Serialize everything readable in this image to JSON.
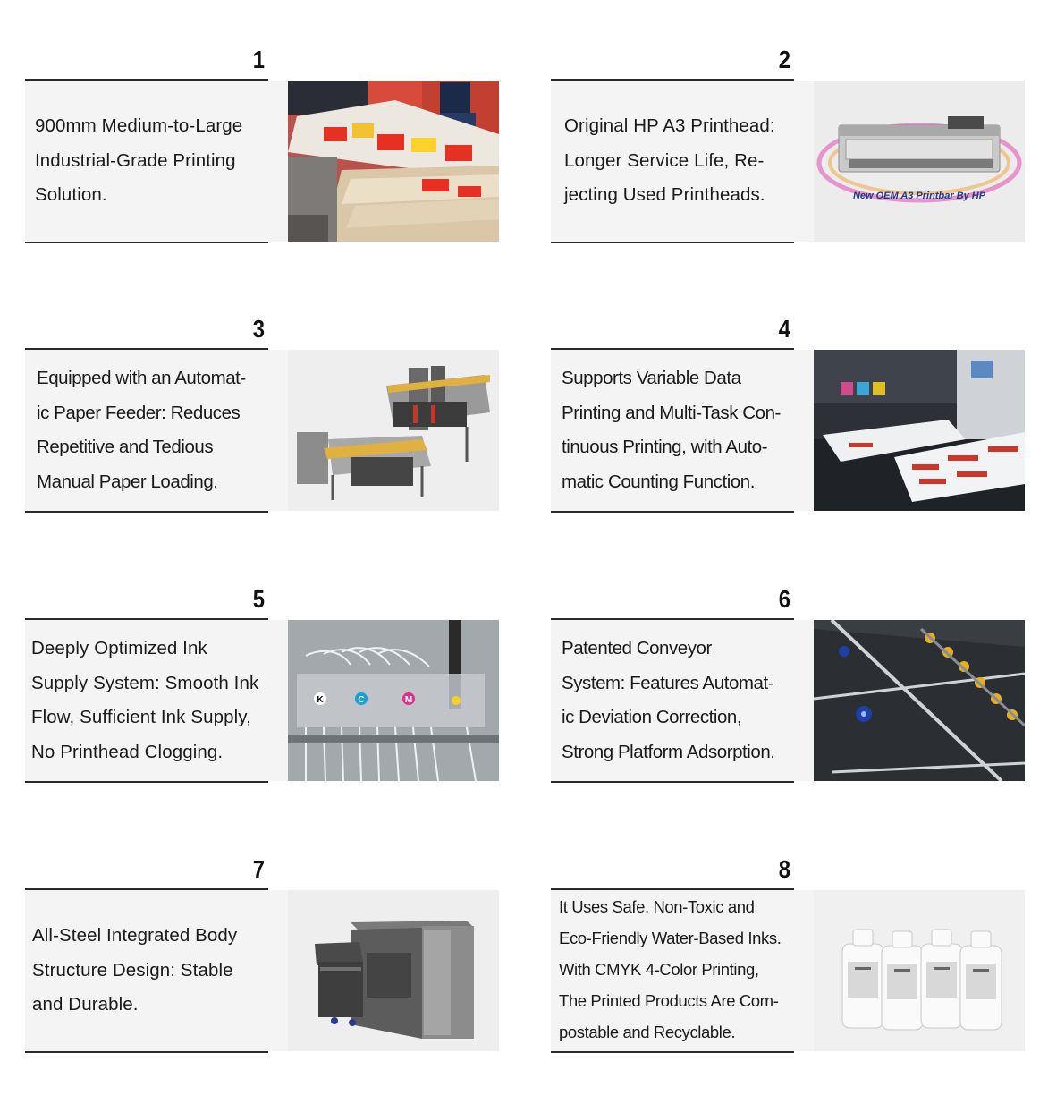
{
  "features": [
    {
      "number": "1",
      "lines": [
        "900mm Medium-to-Large",
        "Industrial-Grade Printing",
        "Solution."
      ],
      "image": "printed-boxes-photo"
    },
    {
      "number": "2",
      "lines": [
        "Original HP A3 Printhead:",
        "Longer Service Life, Re-",
        "jecting Used Printheads."
      ],
      "image": "hp-printbar-photo",
      "image_caption": "New OEM A3 Printbar By HP"
    },
    {
      "number": "3",
      "lines": [
        "Equipped with an Automat-",
        "ic Paper Feeder: Reduces",
        "Repetitive and Tedious",
        "Manual Paper Loading."
      ],
      "image": "paper-feeder-machine-photo"
    },
    {
      "number": "4",
      "lines": [
        "Supports Variable Data",
        "Printing and Multi-Task Con-",
        "tinuous Printing, with Auto-",
        "matic Counting Function."
      ],
      "image": "variable-data-printing-photo"
    },
    {
      "number": "5",
      "lines": [
        "Deeply Optimized Ink",
        "Supply System: Smooth Ink",
        "Flow, Sufficient Ink Supply,",
        "No Printhead Clogging."
      ],
      "image": "ink-supply-system-photo",
      "ink_labels": [
        "K",
        "C",
        "M"
      ]
    },
    {
      "number": "6",
      "lines": [
        "Patented Conveyor",
        "System: Features Automat-",
        "ic Deviation Correction,",
        "Strong Platform Adsorption."
      ],
      "image": "conveyor-system-photo"
    },
    {
      "number": "7",
      "lines": [
        "All-Steel Integrated Body",
        "Structure Design: Stable",
        "and Durable."
      ],
      "image": "steel-body-machine-photo"
    },
    {
      "number": "8",
      "lines": [
        "It Uses Safe, Non-Toxic and",
        "Eco-Friendly Water-Based Inks.",
        "With CMYK 4-Color Printing,",
        "The Printed Products Are Com-",
        "postable and Recyclable."
      ],
      "image": "ink-bottles-photo"
    }
  ],
  "colors": {
    "panel": "#f4f4f4",
    "rule": "#2a2a2a",
    "text": "#1a1a1a"
  }
}
